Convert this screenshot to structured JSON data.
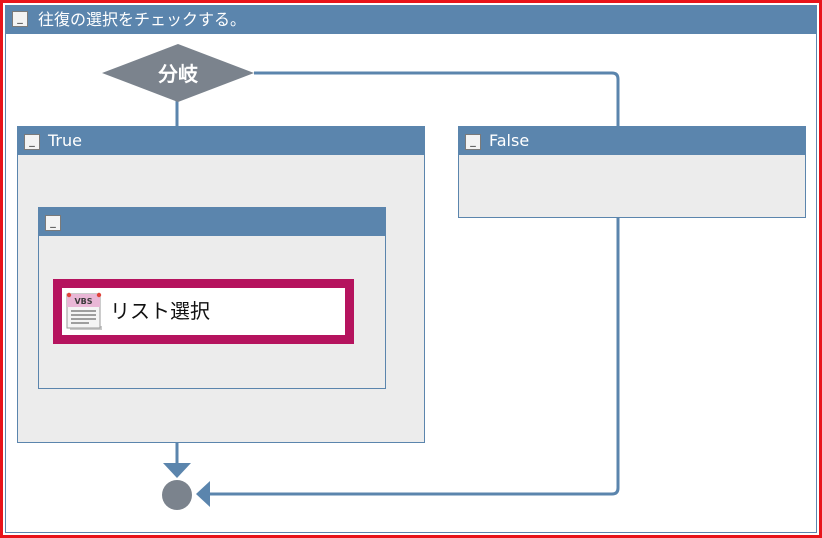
{
  "main": {
    "title": "往復の選択をチェックする。",
    "collapse_label": "_"
  },
  "decision": {
    "label": "分岐"
  },
  "true_branch": {
    "title": "True",
    "collapse_label": "_"
  },
  "false_branch": {
    "title": "False",
    "collapse_label": "_"
  },
  "sequence": {
    "title": "",
    "collapse_label": "_"
  },
  "activity": {
    "label": "リスト選択",
    "icon_text": "VBS",
    "icon": "vbs-script-icon"
  },
  "colors": {
    "header": "#5b85ad",
    "line": "#5b85ad",
    "decision": "#7b838d",
    "selection": "#b5135e",
    "frame": "#e8141b",
    "end_node": "#7b838d"
  }
}
